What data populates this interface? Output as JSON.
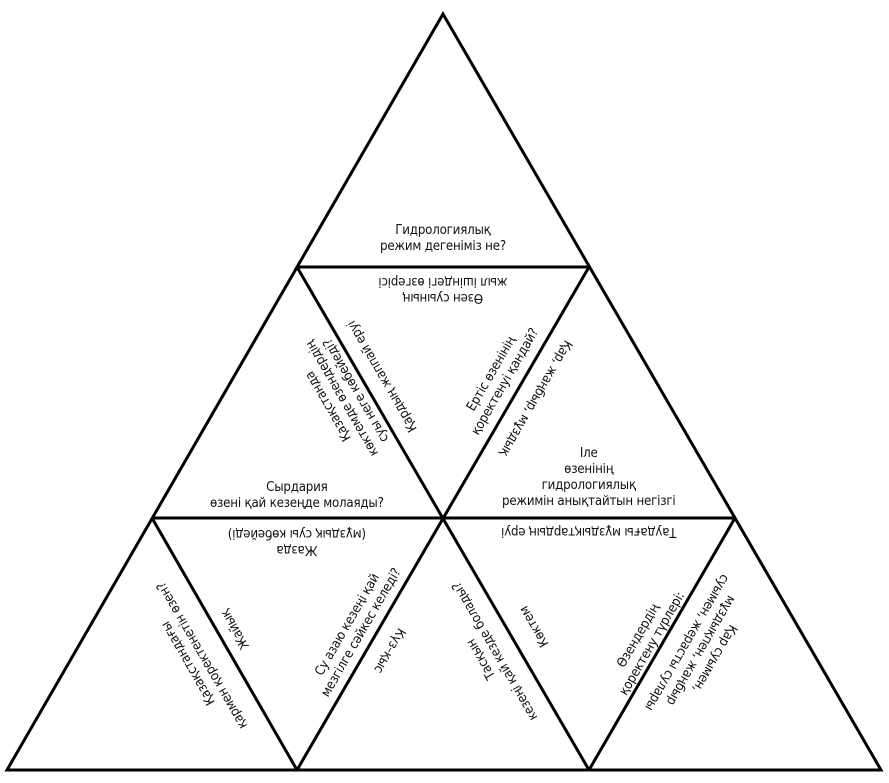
{
  "title": "Гидрологиялық режим тримино",
  "colors": {
    "line": "#000000",
    "background": "#ffffff",
    "text": "#111111"
  },
  "pieces": {
    "top": {
      "question": [
        "Гидрологиялық",
        "режим дегеніміз не?"
      ]
    },
    "center_inverted": {
      "top_answer": [
        "Өзен суының",
        "жыл ішіндегі өзгерісі"
      ],
      "left_edge_answer": [
        "Қардың жаппай еруі"
      ],
      "right_edge_answer": [
        "Қар, жаңбыр, мұздық"
      ]
    },
    "middle_left": {
      "edge_question": [
        "Қазақстанда",
        "көктемде өзендердің",
        "суы неге көбейеді?"
      ],
      "bottom_question": [
        "Сырдария",
        "өзені қай кезеңде молаяды?"
      ]
    },
    "middle_right": {
      "edge_question": [
        "Ертіс өзенінің",
        "қоректенуі қандай?"
      ],
      "bottom_question": [
        "Іле",
        "өзенінің",
        "гидрологиялық",
        "режимін анықтайтын негізгі"
      ]
    },
    "bottom_left_inverted": {
      "top_answer": [
        "Жазда",
        "(мұздық суы көбейеді)"
      ],
      "left_edge_answer": [
        "Жайық"
      ],
      "right_edge_question": [
        "Су азаю кезеңі қай",
        "мезгілге сәйкес келеді?"
      ]
    },
    "bottom_left": {
      "edge_question": [
        "Қазақстандағы",
        "қармен қоректенетін өзен?"
      ]
    },
    "bottom_middle": {
      "left_answer": [
        "Күз–қыс"
      ],
      "edge_question": [
        "Тасқын",
        "кезеңі қай кезде болады?"
      ],
      "right_answer": [
        "Көктем"
      ]
    },
    "bottom_right_inverted": {
      "top_answer": [
        "Таудағы мұздықтардың еруі"
      ],
      "right_edge_question": [
        "Өзендердің",
        "қоректену түрлері:"
      ]
    },
    "bottom_right": {
      "edge_answer": [
        "Қар суымен,",
        "мұздықпен, жаңбыр",
        "суымен, жерасты сулары"
      ]
    }
  }
}
